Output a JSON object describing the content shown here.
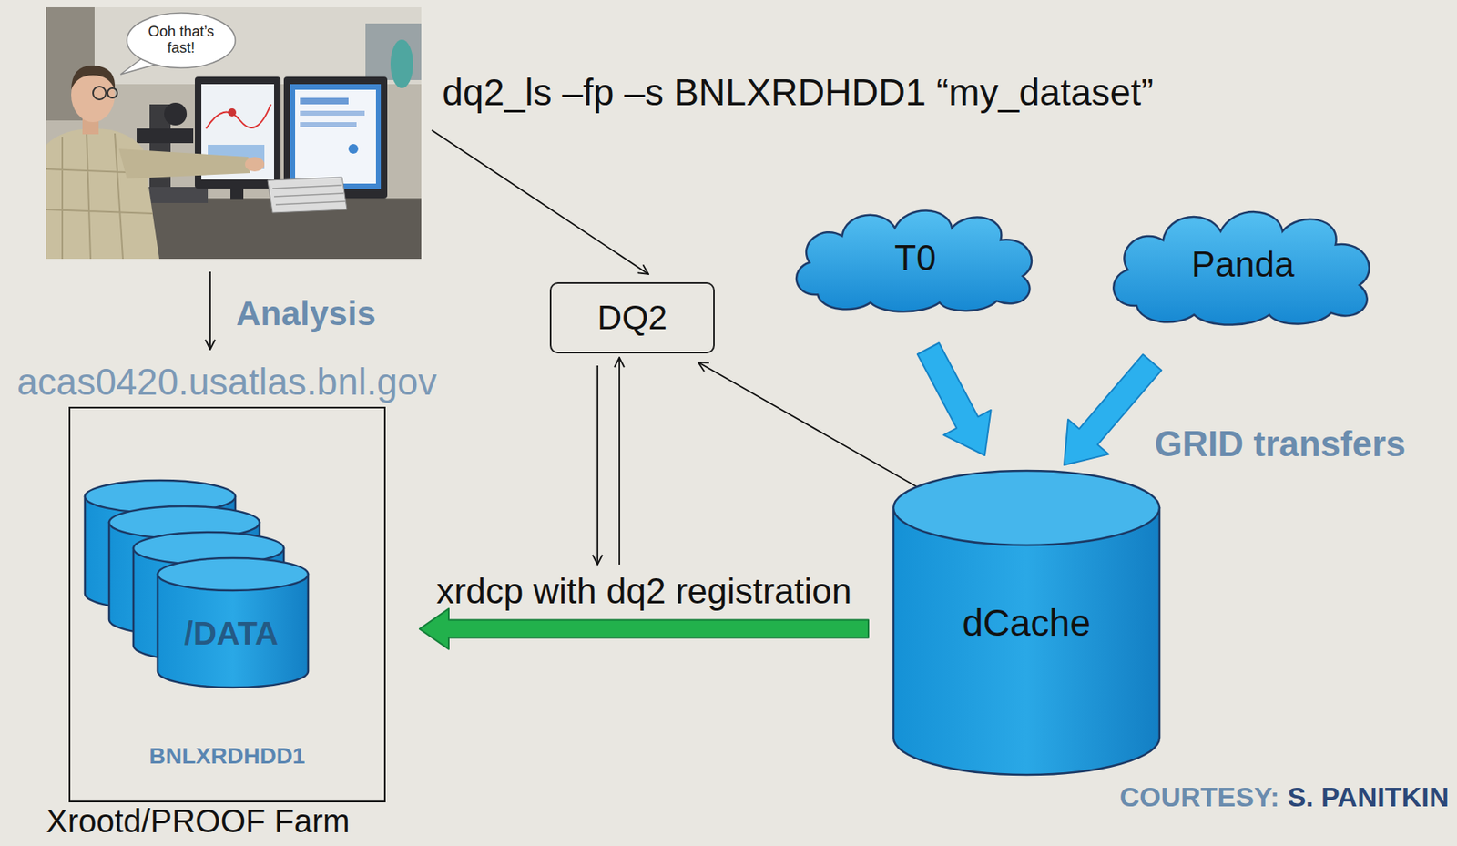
{
  "diagram": {
    "nodes": [
      {
        "text": [
          "Ooh that’s fast!"
        ]
      },
      {
        "text": [
          "DQ2"
        ]
      },
      {
        "text": [
          "T0"
        ]
      },
      {
        "text": [
          "Panda"
        ]
      },
      {
        "text": [
          "acas0420.usatlas.bnl.gov",
          "BNLXRDHDD1",
          "Xrootd/PROOF Farm"
        ]
      },
      {
        "text": [
          "/DATA"
        ],
        "in": 4
      },
      {
        "text": [
          "dCache"
        ]
      }
    ],
    "edges": [
      {
        "from": 2,
        "to": 6,
        "arrow": "to"
      },
      {
        "from": 3,
        "to": 6,
        "arrow": "to"
      },
      {
        "from": 6,
        "to": 1,
        "arrow": "to"
      },
      {
        "from": 6,
        "to": 4,
        "arrow": "to",
        "label": "xrdcp with dq2 registration"
      }
    ],
    "labels": [
      "dq2_ls –fp –s BNLXRDHDD1 “my_dataset”",
      "Analysis",
      "GRID transfers",
      "COURTESY:",
      "S. PANITKIN"
    ]
  }
}
